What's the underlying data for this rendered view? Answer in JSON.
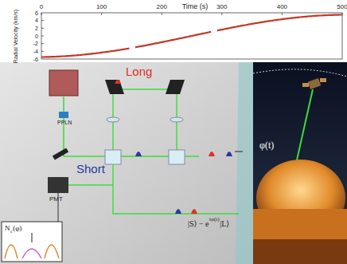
{
  "diagram": {
    "labels": [
      "Time (s)",
      "0",
      "100",
      "200",
      "300",
      "400",
      "500",
      "6",
      "4",
      "2",
      "0",
      "-2",
      "-4",
      "-6",
      "Radial Velocity (km/s)",
      "Long",
      "Short",
      "PPLN",
      "PMT",
      "N",
      "c",
      "(φ)",
      "|S⟩ − e",
      "iφ(t)",
      "|L⟩",
      "φ(t)"
    ]
  }
}
